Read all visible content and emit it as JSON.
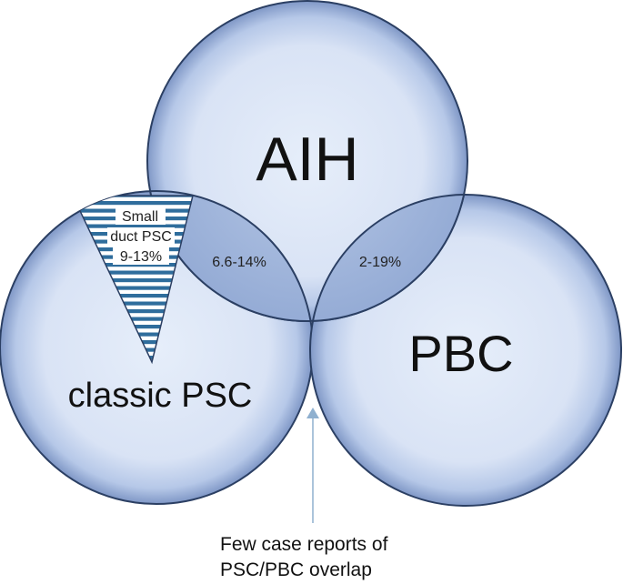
{
  "circles": {
    "aih": {
      "label": "AIH"
    },
    "psc": {
      "label": "classic PSC"
    },
    "pbc": {
      "label": "PBC"
    }
  },
  "overlaps": {
    "psc_aih": "6.6-14%",
    "aih_pbc": "2-19%"
  },
  "small_duct": {
    "line1": "Small",
    "line2": "duct PSC",
    "line3": "9-13%"
  },
  "annotation": {
    "line1": "Few case reports of",
    "line2": "PSC/PBC overlap"
  },
  "colors": {
    "circle_fill": "#dfe8f7",
    "circle_edge": "#7d96c4",
    "circle_stroke": "#2b3f63",
    "stripe": "#2f6d9c",
    "arrow": "#8fb0cf"
  }
}
